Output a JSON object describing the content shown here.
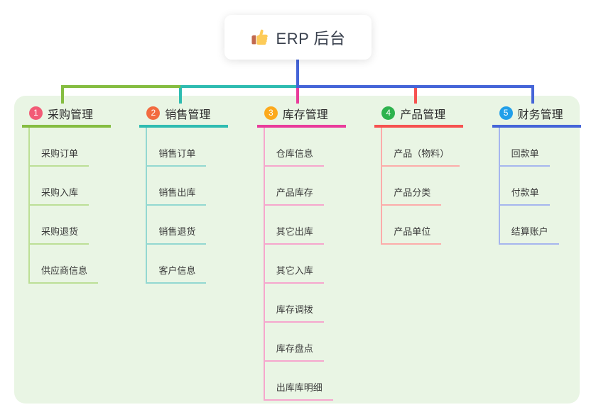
{
  "root_node": {
    "icon": "thumbs-up",
    "title": "ERP 后台"
  },
  "canvas": {
    "background": "#ffffff",
    "panel_background": "#e9f5e4"
  },
  "root_connector_color": "#4565d8",
  "branches": [
    {
      "number": "1",
      "label": "采购管理",
      "badge_color": "#f25b76",
      "line_color": "#85bd41",
      "light_line_color": "#bcdf96",
      "items": [
        "采购订单",
        "采购入库",
        "采购退货",
        "供应商信息"
      ]
    },
    {
      "number": "2",
      "label": "销售管理",
      "badge_color": "#f26b40",
      "line_color": "#2fbcb1",
      "light_line_color": "#93d8d1",
      "items": [
        "销售订单",
        "销售出库",
        "销售退货",
        "客户信息"
      ]
    },
    {
      "number": "3",
      "label": "库存管理",
      "badge_color": "#fca91c",
      "line_color": "#e93c9b",
      "light_line_color": "#f6a6cd",
      "items": [
        "仓库信息",
        "产品库存",
        "其它出库",
        "其它入库",
        "库存调拨",
        "库存盘点",
        "出库库明细"
      ]
    },
    {
      "number": "4",
      "label": "产品管理",
      "badge_color": "#2db24d",
      "line_color": "#f65250",
      "light_line_color": "#fcacaa",
      "items": [
        "产品（物料）",
        "产品分类",
        "产品单位"
      ]
    },
    {
      "number": "5",
      "label": "财务管理",
      "badge_color": "#219fe9",
      "line_color": "#4565d8",
      "light_line_color": "#a6b6ee",
      "items": [
        "回款单",
        "付款单",
        "结算账户"
      ]
    }
  ]
}
